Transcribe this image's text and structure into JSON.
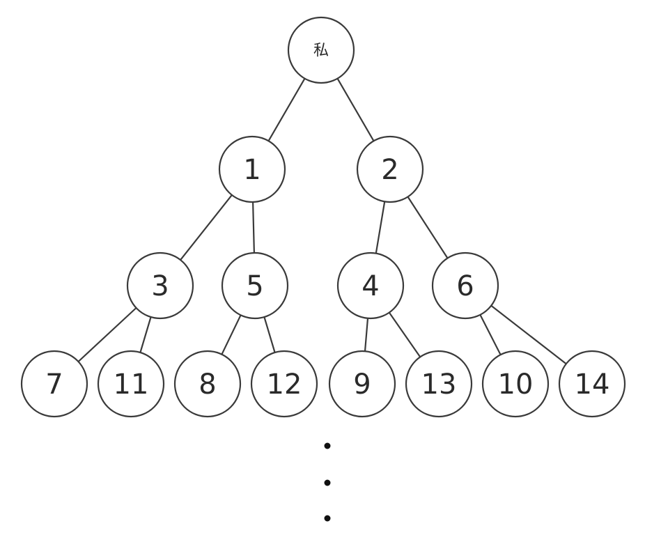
{
  "diagram": {
    "nodes": [
      {
        "id": "root",
        "label": "私"
      },
      {
        "id": "n1",
        "label": "1"
      },
      {
        "id": "n2",
        "label": "2"
      },
      {
        "id": "n3",
        "label": "3"
      },
      {
        "id": "n5",
        "label": "5"
      },
      {
        "id": "n4",
        "label": "4"
      },
      {
        "id": "n6",
        "label": "6"
      },
      {
        "id": "n7",
        "label": "7"
      },
      {
        "id": "n11",
        "label": "11"
      },
      {
        "id": "n8",
        "label": "8"
      },
      {
        "id": "n12",
        "label": "12"
      },
      {
        "id": "n9",
        "label": "9"
      },
      {
        "id": "n13",
        "label": "13"
      },
      {
        "id": "n10",
        "label": "10"
      },
      {
        "id": "n14",
        "label": "14"
      }
    ],
    "edges": [
      [
        "root",
        "n1"
      ],
      [
        "root",
        "n2"
      ],
      [
        "n1",
        "n3"
      ],
      [
        "n1",
        "n5"
      ],
      [
        "n2",
        "n4"
      ],
      [
        "n2",
        "n6"
      ],
      [
        "n3",
        "n7"
      ],
      [
        "n3",
        "n11"
      ],
      [
        "n5",
        "n8"
      ],
      [
        "n5",
        "n12"
      ],
      [
        "n4",
        "n9"
      ],
      [
        "n4",
        "n13"
      ],
      [
        "n6",
        "n10"
      ],
      [
        "n6",
        "n14"
      ]
    ],
    "continuation_marker": "vertical-ellipsis"
  }
}
